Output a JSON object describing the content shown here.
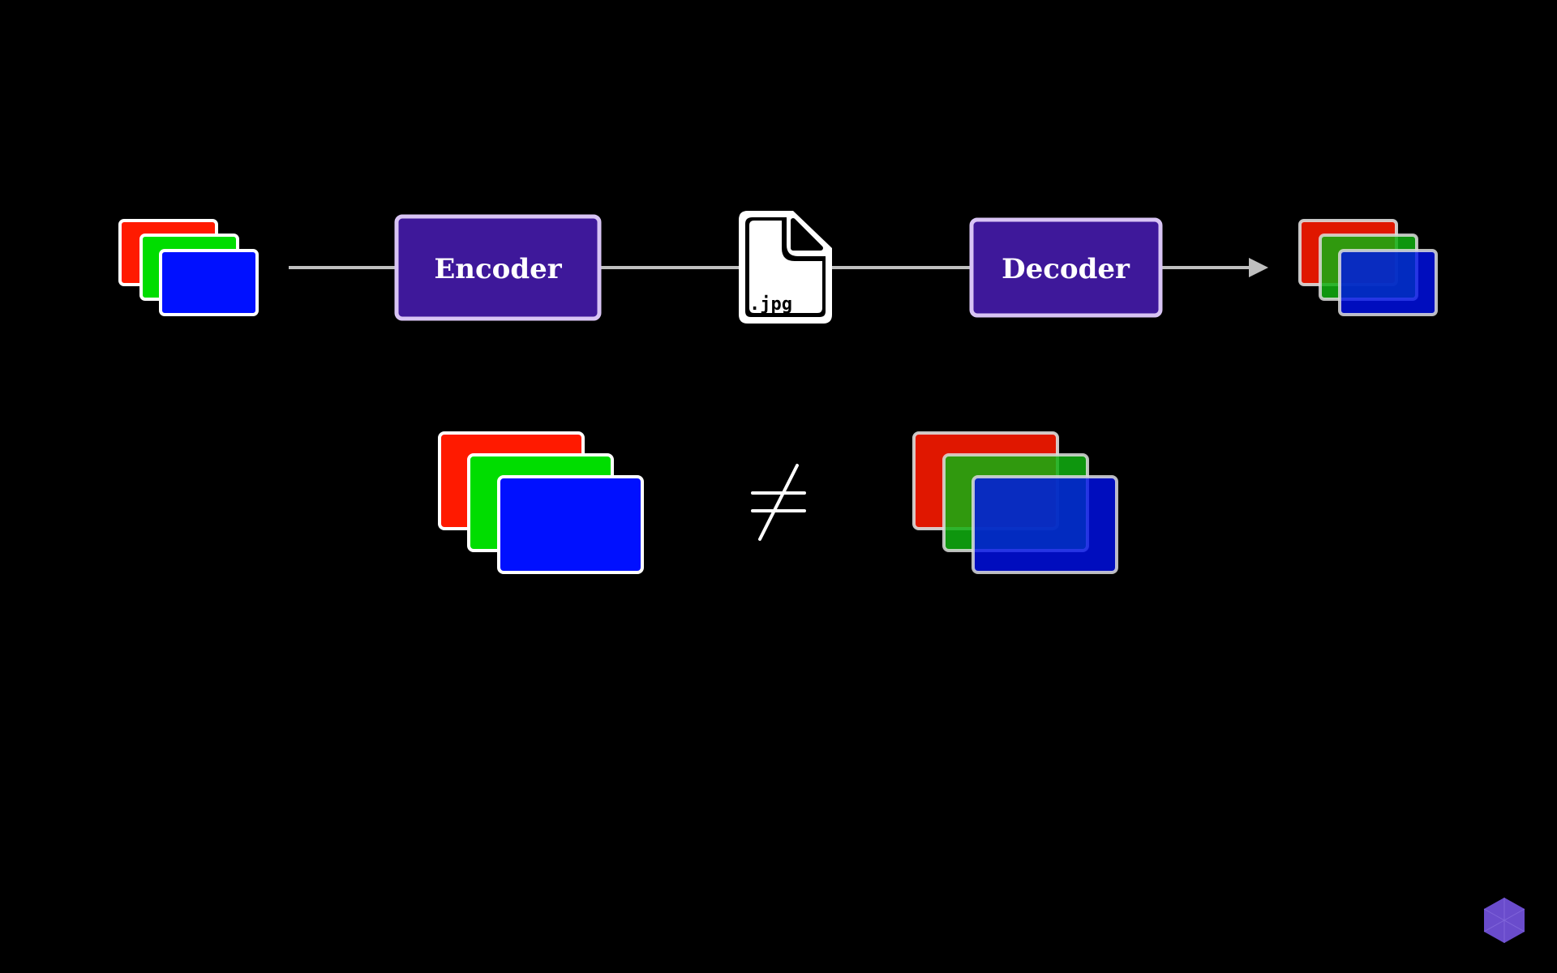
{
  "pipeline": {
    "encoder": {
      "label": "Encoder"
    },
    "decoder": {
      "label": "Decoder"
    },
    "file": {
      "extension": ".jpg",
      "icon": "jpg-file-icon"
    }
  },
  "comparison": {
    "symbol": "≠"
  },
  "colors": {
    "background": "#000000",
    "channel_red": "#ff1a00",
    "channel_green": "#00dd00",
    "channel_blue": "#0010ff",
    "block_fill": "#3e189a",
    "block_stroke": "#d8c4f4",
    "line": "#bfbfbf",
    "logo": "#6a4ccc"
  },
  "logo": {
    "icon": "hexagon-logo-icon"
  }
}
